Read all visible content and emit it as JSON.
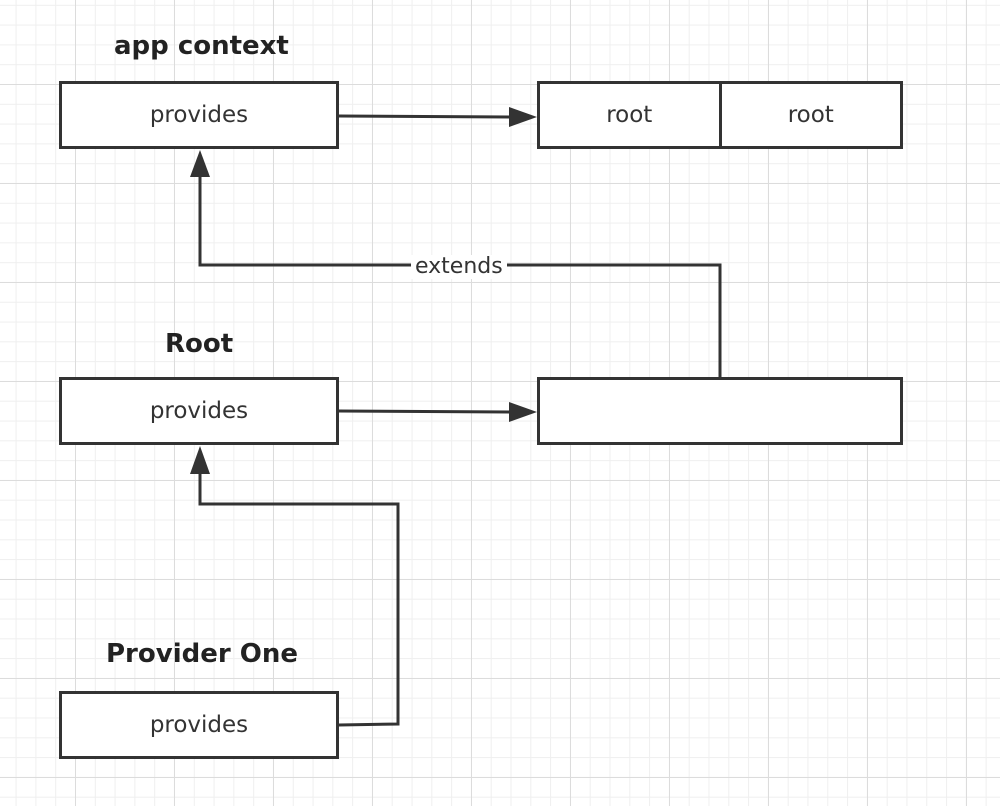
{
  "groups": {
    "app_context": {
      "title": "app context",
      "provides_label": "provides"
    },
    "root": {
      "title": "Root",
      "provides_label": "provides"
    },
    "provider_one": {
      "title": "Provider One",
      "provides_label": "provides"
    }
  },
  "app_context_target": {
    "cells": [
      "root",
      "root"
    ]
  },
  "root_target": {
    "cells": []
  },
  "edges": [
    {
      "from": "app_context.provides",
      "to": "app_context_target",
      "label": ""
    },
    {
      "from": "root.provides",
      "to": "root_target",
      "label": ""
    },
    {
      "from": "root_target",
      "to": "app_context.provides",
      "label": "extends"
    },
    {
      "from": "provider_one.provides",
      "to": "root.provides",
      "label": ""
    }
  ],
  "colors": {
    "stroke": "#333333",
    "grid_major": "#dcdcdc",
    "grid_minor": "#efefef",
    "background": "#ffffff"
  }
}
